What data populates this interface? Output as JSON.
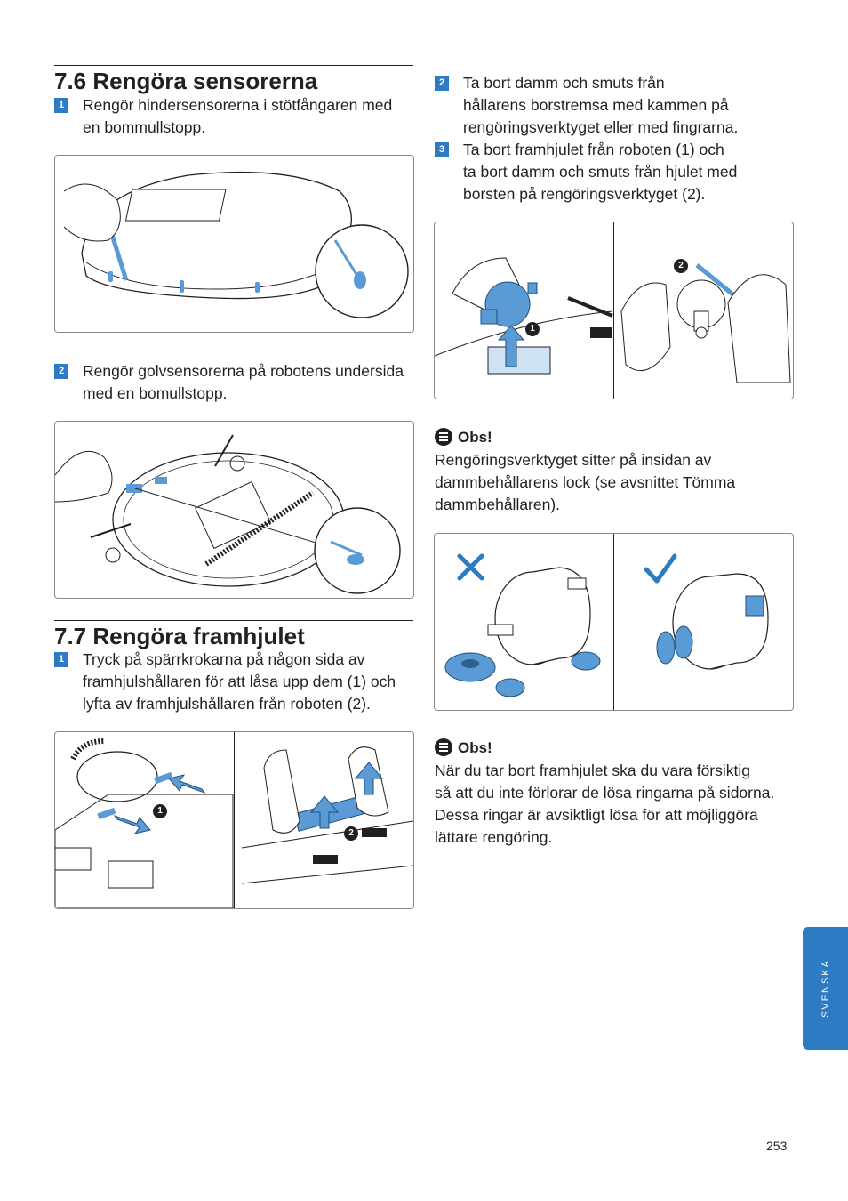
{
  "section_76": {
    "title": "7.6 Rengöra sensorerna",
    "step1_num": "1",
    "step1_lines": [
      "Rengör hindersensorerna i stötfångaren med",
      "en bommullstopp."
    ],
    "step2_num": "2",
    "step2_lines": [
      "Rengör golvsensorerna på robotens undersida",
      "med en bomullstopp."
    ]
  },
  "section_77": {
    "title": "7.7 Rengöra framhjulet",
    "step1_num": "1",
    "step1_lines": [
      "Tryck på spärrkrokarna på någon sida av",
      "framhjulshållaren för att låsa upp dem (1) och",
      "lyfta av framhjulshållaren från roboten (2)."
    ],
    "fig_markers": [
      "1",
      "2"
    ]
  },
  "right_steps": {
    "step2_num": "2",
    "step2_lines": [
      "Ta bort damm och smuts från",
      "hållarens borstremsa med kammen på",
      "rengöringsverktyget eller med fingrarna."
    ],
    "step3_num": "3",
    "step3_lines": [
      "Ta bort framhjulet från roboten (1) och",
      "ta bort damm och smuts från hjulet med",
      "borsten på rengöringsverktyget (2)."
    ],
    "fig_markers": [
      "1",
      "2"
    ]
  },
  "note1": {
    "heading": "Obs!",
    "lines": [
      "Rengöringsverktyget sitter på insidan av",
      "dammbehållarens lock (se avsnittet Tömma",
      "dammbehållaren)."
    ]
  },
  "note2": {
    "heading": "Obs!",
    "lines": [
      "När du tar bort framhjulet ska du vara försiktig",
      "så att du inte förlorar de lösa ringarna på sidorna.",
      "Dessa ringar är avsiktligt lösa för att möjliggöra",
      "lättare rengöring."
    ]
  },
  "language_tab": "SVENSKA",
  "page_number": "253",
  "colors": {
    "accent": "#2e7bc4",
    "part_blue": "#5b9bd5",
    "text": "#231f20"
  },
  "icons": [
    "note-icon",
    "cross-icon",
    "check-icon",
    "arrow-up-icon",
    "arrow-right-icon"
  ]
}
